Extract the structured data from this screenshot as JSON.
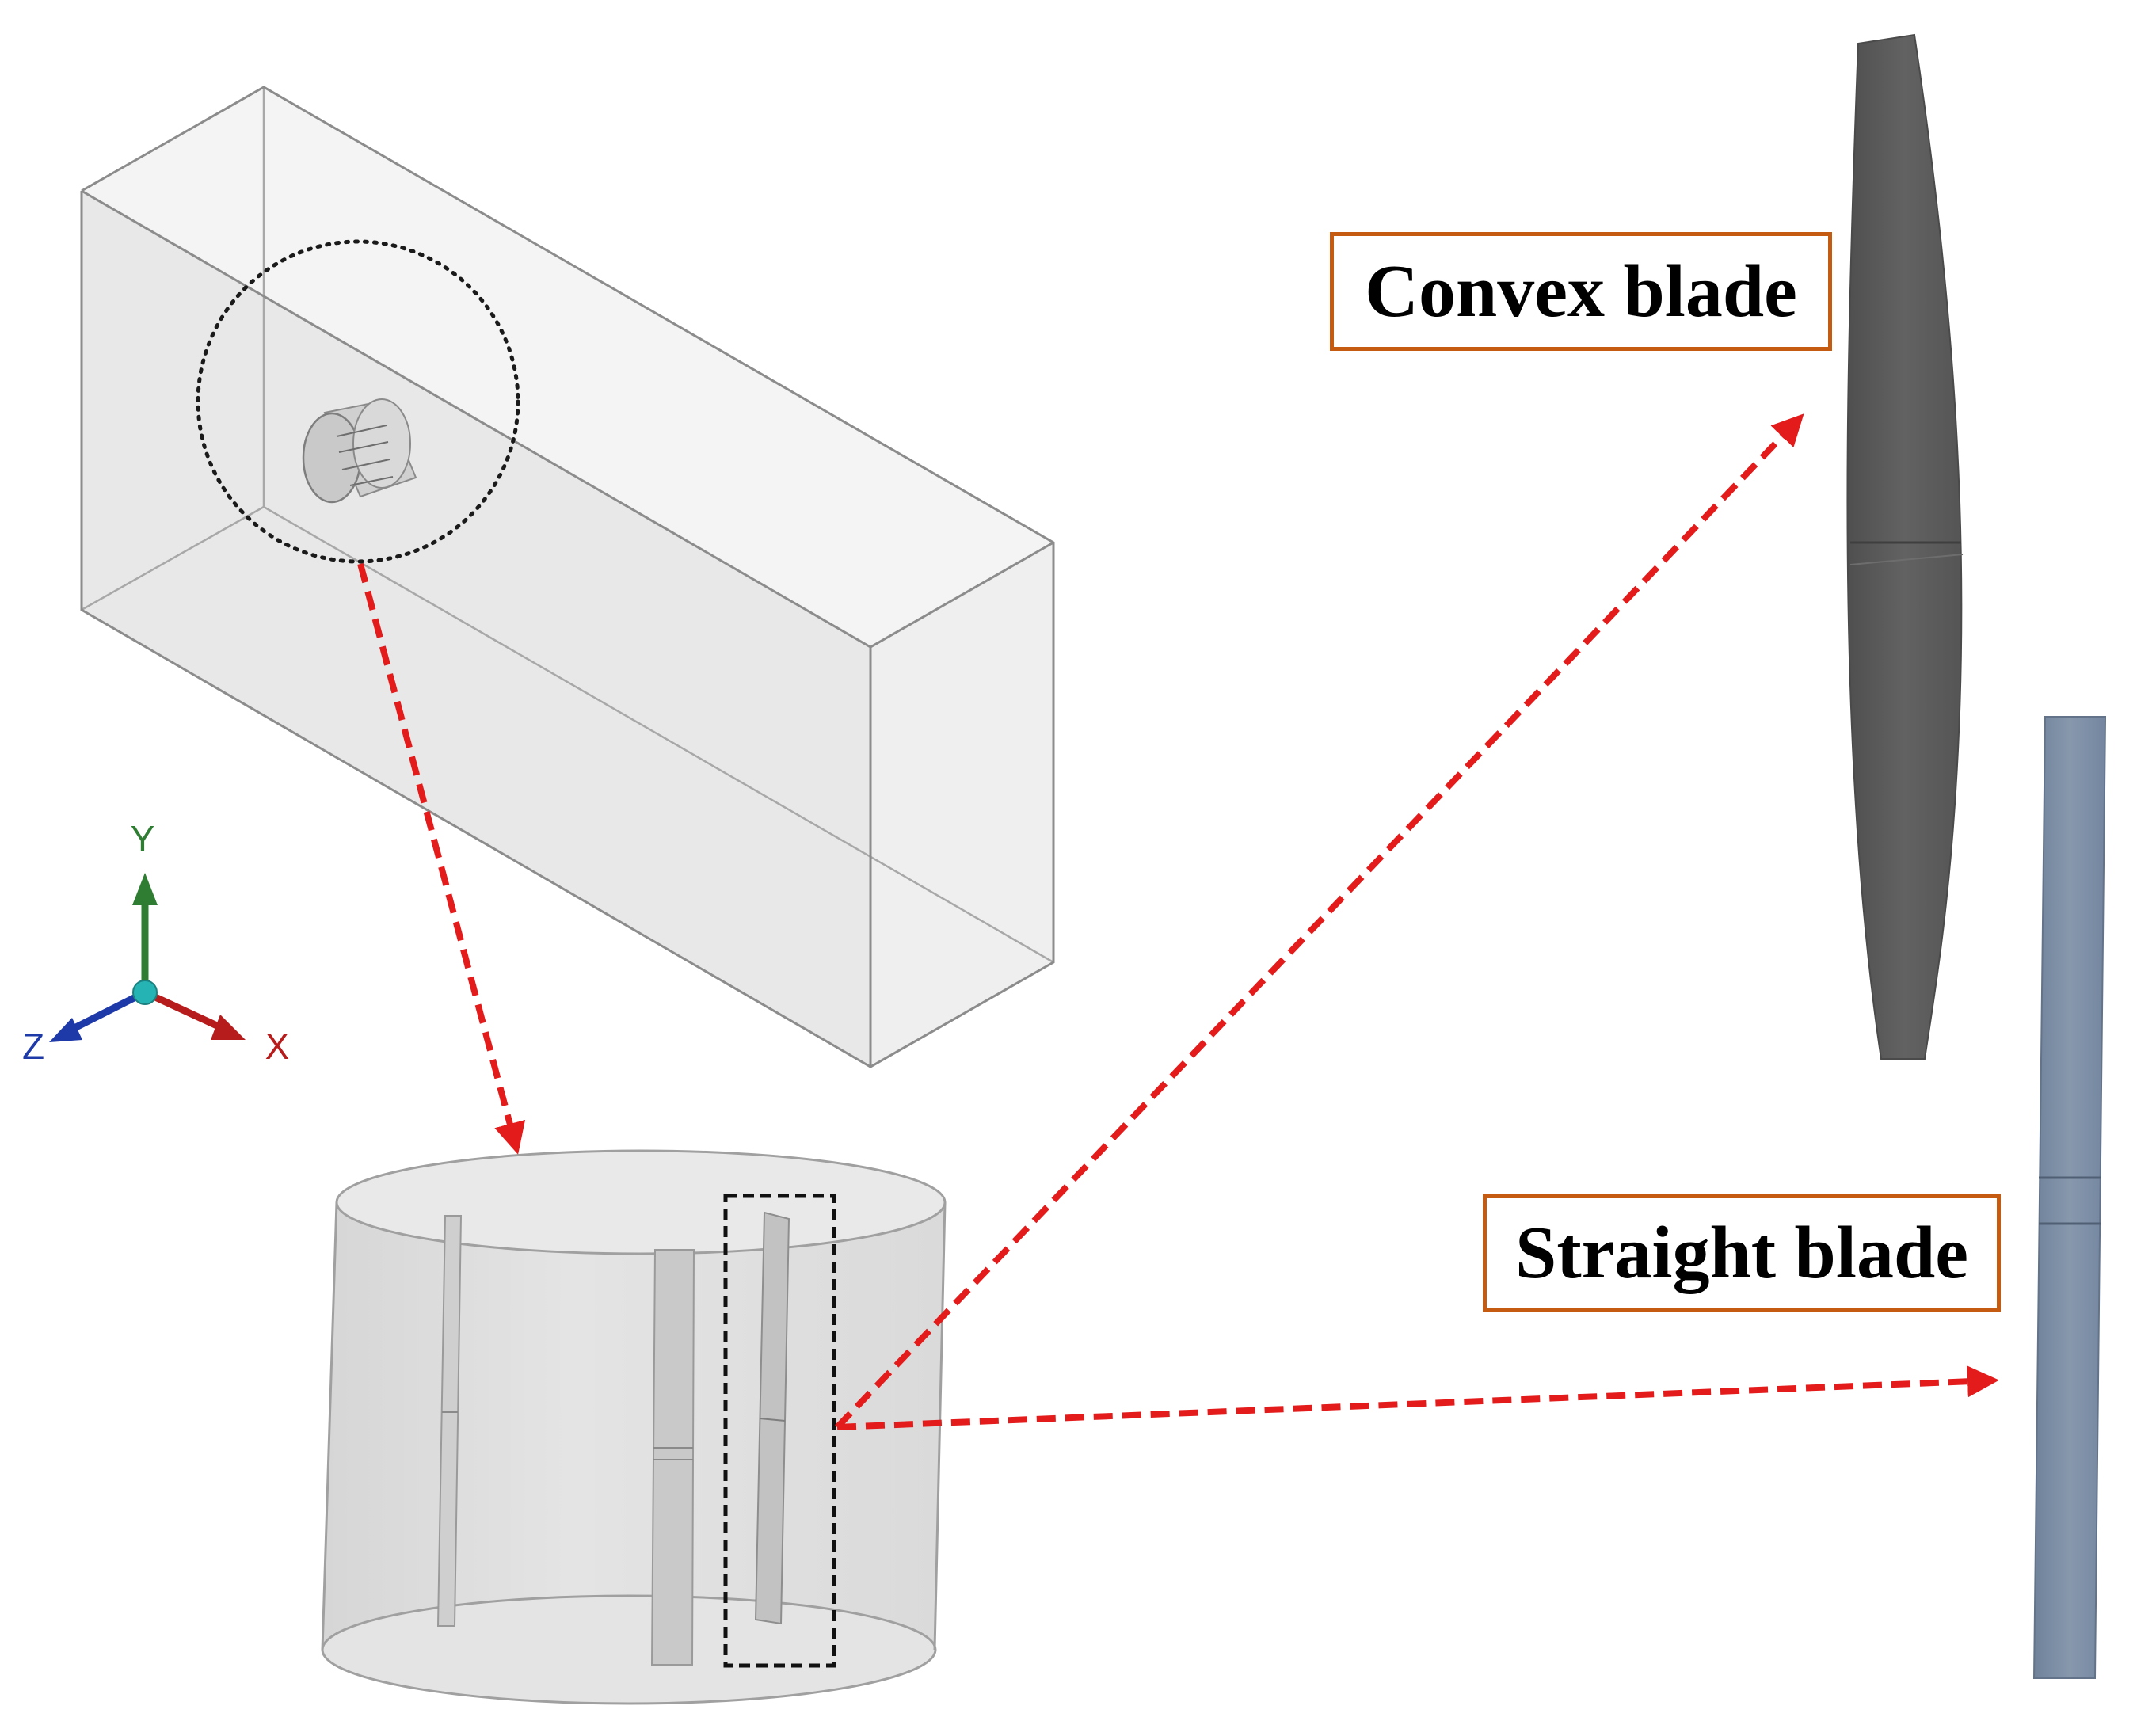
{
  "labels": {
    "convex_blade": "Convex blade",
    "straight_blade": "Straight blade"
  },
  "axes": {
    "y": "Y",
    "x": "X",
    "z": "Z"
  },
  "colors": {
    "arrow": "#e31b1b",
    "label_border": "#c55a11",
    "convex_blade": "#5b5b5b",
    "straight_blade": "#7b8da3",
    "axis_y": "#2e7d32",
    "axis_x": "#b71c1c",
    "axis_z": "#1e3aa8",
    "axis_origin": "#26b3b3"
  }
}
